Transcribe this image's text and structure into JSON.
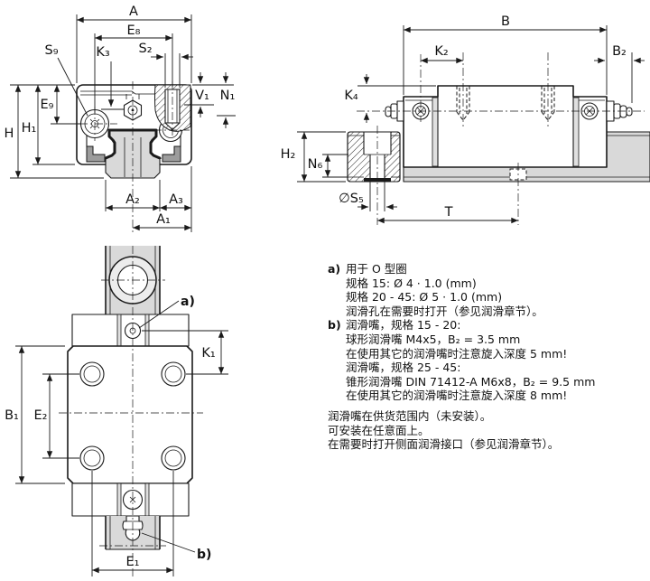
{
  "colors": {
    "background": "#ffffff",
    "line": "#1a1a1a",
    "rail": "#d9d9d9",
    "seal": "#9c9c9c"
  },
  "labels": {
    "A": "A",
    "E8": "E₈",
    "S2": "S₂",
    "S9": "S₉",
    "K3": "K₃",
    "V1": "V₁",
    "N1": "N₁",
    "H": "H",
    "H1": "H₁",
    "E9": "E₉",
    "A2": "A₂",
    "A3": "A₃",
    "A1": "A₁",
    "B": "B",
    "K2": "K₂",
    "B2": "B₂",
    "K4": "K₄",
    "H2": "H₂",
    "N6": "N₆",
    "S5": "∅S₅",
    "T": "T",
    "K1": "K₁",
    "B1": "B₁",
    "E2": "E₂",
    "E1": "E₁",
    "note_a": "a)",
    "note_b": "b)"
  },
  "notes": {
    "a": {
      "ref": "a)",
      "lines": [
        "用于 O 型圈",
        "规格 15: Ø 4 · 1.0 (mm)",
        "规格 20 - 45: Ø 5 · 1.0 (mm)",
        "润滑孔在需要时打开（参见润滑章节）。"
      ]
    },
    "b": {
      "ref": "b)",
      "lines": [
        "润滑嘴，规格 15 - 20:",
        "球形润滑嘴 M4x5，B₂ = 3.5 mm",
        "在使用其它的润滑嘴时注意旋入深度 5 mm!",
        "润滑嘴，规格 25 - 45:",
        "锥形润滑嘴 DIN 71412-A M6x8，B₂ = 9.5 mm",
        "在使用其它的润滑嘴时注意旋入深度 8 mm!"
      ]
    },
    "footer": [
      "润滑嘴在供货范围内（未安装）。",
      "可安装在任意面上。",
      "在需要时打开侧面润滑接口（参见润滑章节）。"
    ]
  }
}
